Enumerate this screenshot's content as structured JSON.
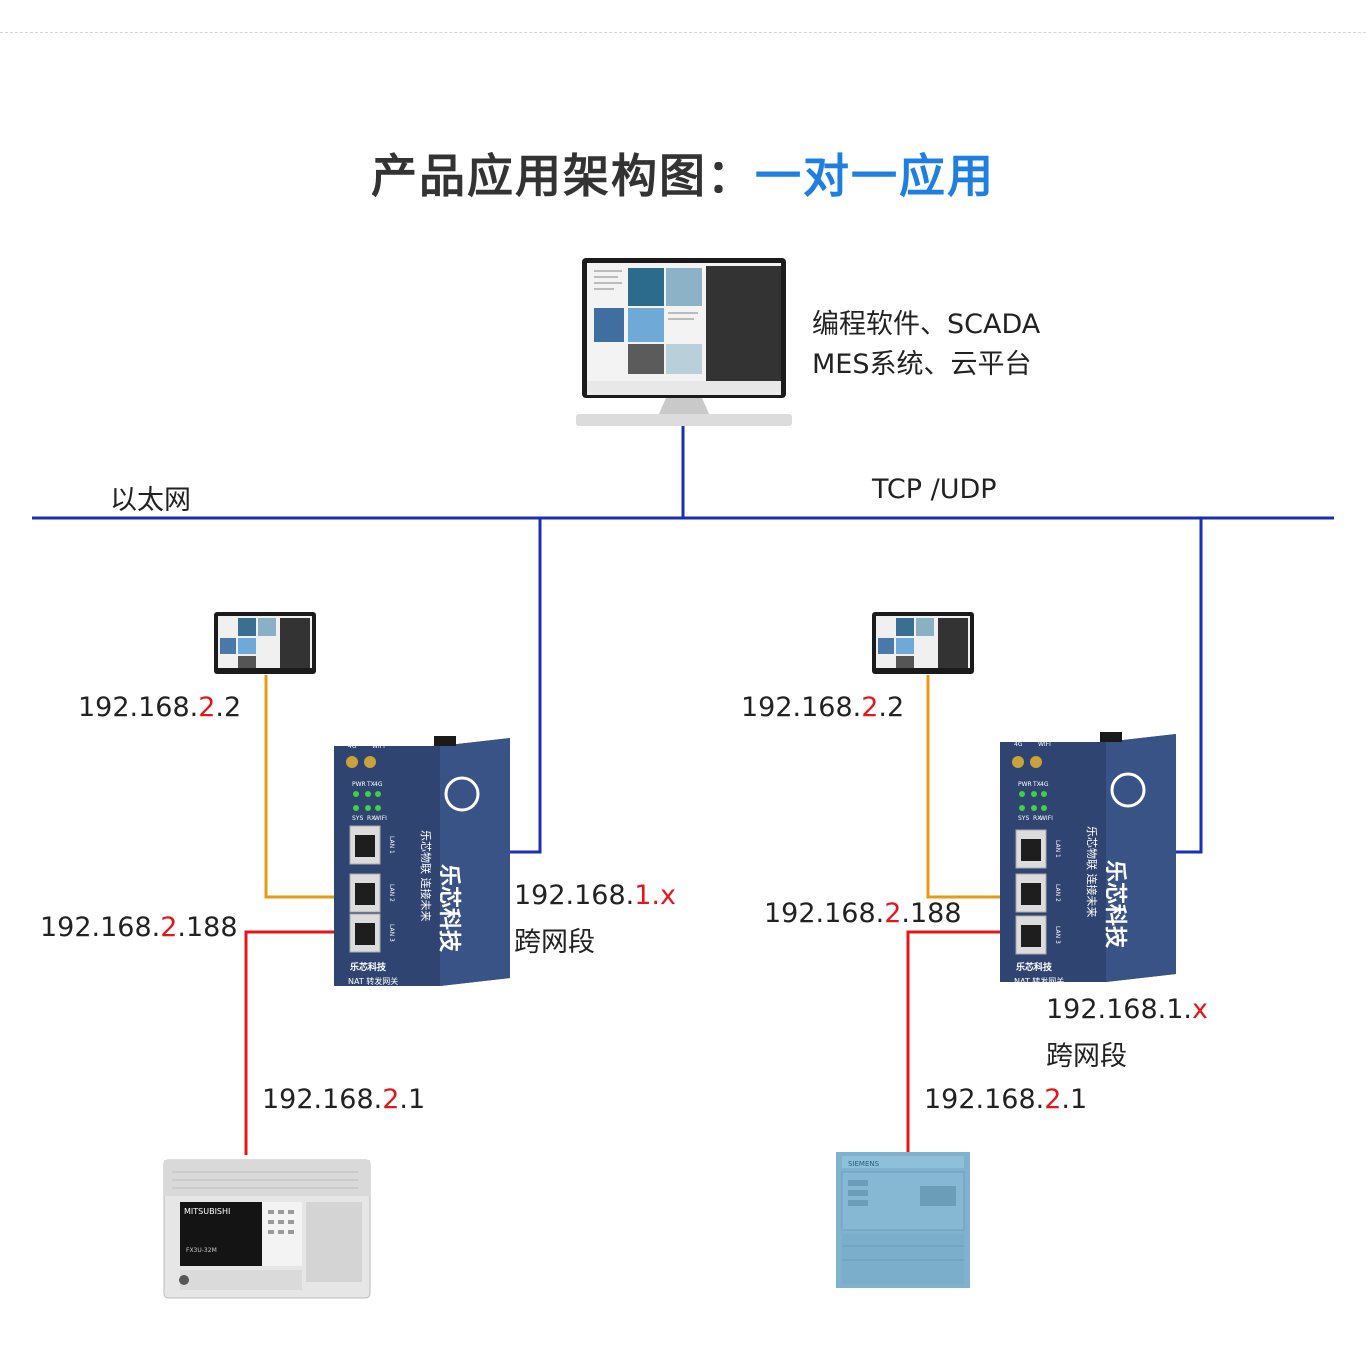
{
  "header": {
    "title_main": "产品应用架构图：",
    "title_accent": "一对一应用"
  },
  "top_pc": {
    "caption_line1": "编程软件、SCADA",
    "caption_line2": "MES系统、云平台"
  },
  "network": {
    "left_label": "以太网",
    "right_label": "TCP /UDP"
  },
  "left": {
    "hmi_ip": [
      "192.168.",
      "2",
      ".2"
    ],
    "gw_lan_ip": [
      "192.168.",
      "2",
      ".188"
    ],
    "wan_ip": [
      "192.168.",
      "1",
      ".x"
    ],
    "wan_note": "跨网段",
    "plc_ip": [
      "192.168.",
      "2",
      ".1"
    ],
    "plc_brand": "MITSUBISHI",
    "plc_model": "FX3U-32M"
  },
  "right": {
    "hmi_ip": [
      "192.168.",
      "2",
      ".2"
    ],
    "gw_lan_ip": [
      "192.168.",
      "2",
      ".188"
    ],
    "wan_ip": [
      "192.168.1.",
      "x"
    ],
    "wan_note": "跨网段",
    "plc_ip": [
      "192.168.",
      "2",
      ".1"
    ],
    "plc_brand": "SIEMENS"
  },
  "gateway": {
    "brand": "乐芯科技",
    "slogan": "乐芯物联 连接未来",
    "bottom_label": "NAT 转发网关",
    "led_top": [
      "PWR",
      "TX",
      "4G"
    ],
    "led_bottom": [
      "SYS",
      "RX",
      "WIFI"
    ],
    "antenna_labels": [
      "4G",
      "WIFI"
    ],
    "ports": [
      "LAN 1",
      "LAN 2",
      "LAN 3"
    ]
  },
  "colors": {
    "ethernet": "#1a2fb5",
    "hmi_link": "#e89a15",
    "plc_link": "#e4161c",
    "title_accent": "#1e7fe0",
    "gateway_body": "#2f4470"
  }
}
